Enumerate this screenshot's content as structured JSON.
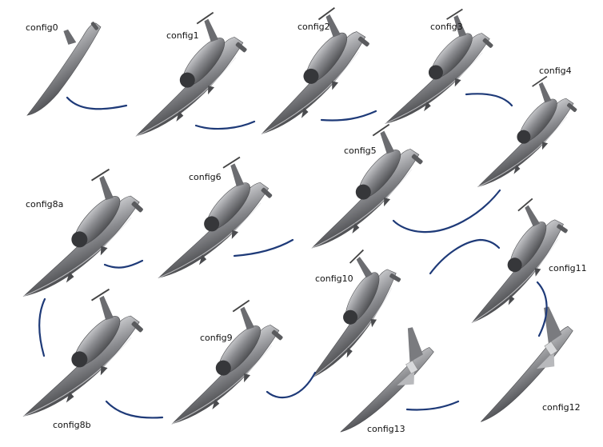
{
  "configs": [
    {
      "id": "config0",
      "label": "config0"
    },
    {
      "id": "config1",
      "label": "config1"
    },
    {
      "id": "config2",
      "label": "config2"
    },
    {
      "id": "config3",
      "label": "config3"
    },
    {
      "id": "config4",
      "label": "config4"
    },
    {
      "id": "config5",
      "label": "config5"
    },
    {
      "id": "config6",
      "label": "config6"
    },
    {
      "id": "config8a",
      "label": "config8a"
    },
    {
      "id": "config8b",
      "label": "config8b"
    },
    {
      "id": "config9",
      "label": "config9"
    },
    {
      "id": "config10",
      "label": "config10"
    },
    {
      "id": "config11",
      "label": "config11"
    },
    {
      "id": "config12",
      "label": "config12"
    },
    {
      "id": "config13",
      "label": "config13"
    }
  ],
  "colors": {
    "body_dark": "#5c5d60",
    "body_mid": "#8a8b8f",
    "body_light": "#c4c5c8",
    "arrow": "#1e3a78"
  }
}
